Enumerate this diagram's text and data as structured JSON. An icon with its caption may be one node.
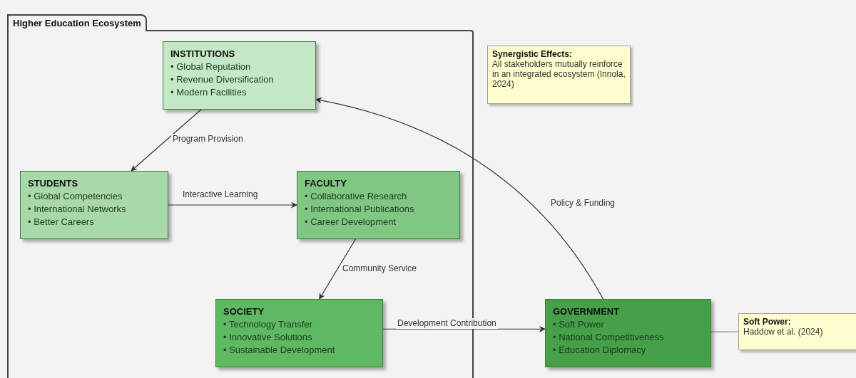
{
  "diagram": {
    "nodes": [
      {
        "text": [
          "Higher Education Ecosystem"
        ]
      },
      {
        "text": [
          "INSTITUTIONS",
          "• Global Reputation",
          "• Revenue Diversification",
          "• Modern Facilities"
        ],
        "in": 0
      },
      {
        "text": [
          "STUDENTS",
          "• Global Competencies",
          "• International Networks",
          "• Better Careers"
        ],
        "in": 0
      },
      {
        "text": [
          "FACULTY",
          "• Collaborative Research",
          "• International Publications",
          "• Career Development"
        ],
        "in": 0
      },
      {
        "text": [
          "SOCIETY",
          "• Technology Transfer",
          "• Innovative Solutions",
          "• Sustainable Development"
        ],
        "in": 0
      },
      {
        "text": [
          "GOVERNMENT",
          "• Soft Power",
          "• National Competitiveness",
          "• Education Diplomacy"
        ]
      },
      {
        "text": [
          "Synergistic Effects:",
          "All stakeholders mutually reinforce in an integrated ecosystem (Innola, 2024)"
        ]
      },
      {
        "text": [
          "Soft Power:",
          "Haddow et al. (2024)"
        ]
      }
    ],
    "edges": [
      {
        "from": 1,
        "to": 2,
        "arrow": "to",
        "label": "Program Provision"
      },
      {
        "from": 2,
        "to": 3,
        "arrow": "to",
        "label": "Interactive Learning"
      },
      {
        "from": 3,
        "to": 4,
        "arrow": "to",
        "label": "Community Service"
      },
      {
        "from": 4,
        "to": 5,
        "arrow": "to",
        "label": "Development Contribution"
      },
      {
        "from": 5,
        "to": 1,
        "arrow": "to",
        "label": "Policy & Funding"
      },
      {
        "from": 7,
        "to": 5,
        "arrow": "none"
      }
    ]
  }
}
